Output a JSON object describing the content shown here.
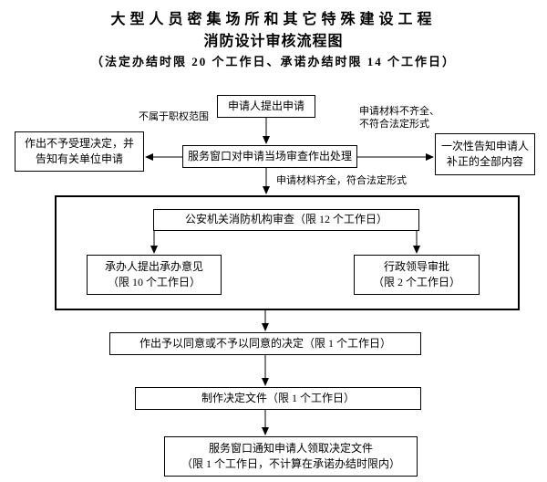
{
  "title": {
    "line1": "大型人员密集场所和其它特殊建设工程",
    "line2": "消防设计审核流程图",
    "line3": "（法定办结时限 20 个工作日、承诺办结时限 14 个工作日）"
  },
  "nodes": {
    "apply": "申请人提出申请",
    "window": "服务窗口对申请当场审查作出处理",
    "reject": [
      "作出不予受理决定，并",
      "告知有关单位申请"
    ],
    "notify": [
      "一次性告知申请人",
      "补正的全部内容"
    ],
    "fire": "公安机关消防机构审查（限 12 个工作日）",
    "handler": [
      "承办人提出承办意见",
      "（限 10 个工作日）"
    ],
    "leader": [
      "行政领导审批",
      "（限 2 个工作日）"
    ],
    "decision": "作出予以同意或不予以同意的决定（限 1 个工作日）",
    "makedoc": "制作决定文件（限 1 个工作日）",
    "pickup": [
      "服务窗口通知申请人领取决定文件",
      "（限 1 个工作日，不计算在承诺办结时限内）"
    ]
  },
  "labels": {
    "out_of_scope": "不属于职权范围",
    "incomplete": [
      "申请材料不齐全、",
      "不符合法定形式"
    ],
    "complete": "申请材料齐全，符合法定形式"
  },
  "colors": {
    "text": "#000000",
    "border": "#000000",
    "background": "#ffffff"
  }
}
